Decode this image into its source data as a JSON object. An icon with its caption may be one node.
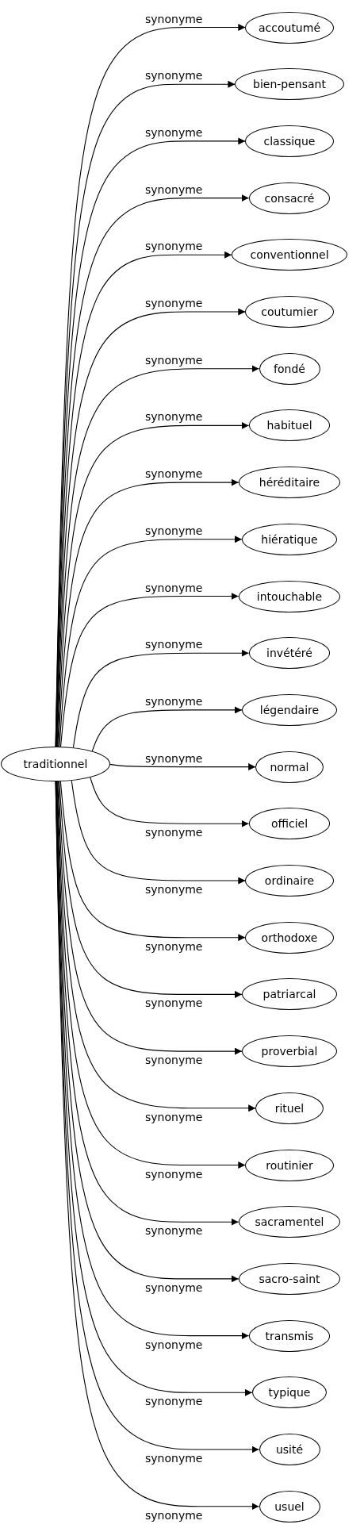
{
  "diagram": {
    "nodes": [
      {
        "text": [
          "traditionnel"
        ]
      },
      {
        "text": [
          "accoutumé"
        ]
      },
      {
        "text": [
          "bien-pensant"
        ]
      },
      {
        "text": [
          "classique"
        ]
      },
      {
        "text": [
          "consacré"
        ]
      },
      {
        "text": [
          "conventionnel"
        ]
      },
      {
        "text": [
          "coutumier"
        ]
      },
      {
        "text": [
          "fondé"
        ]
      },
      {
        "text": [
          "habituel"
        ]
      },
      {
        "text": [
          "héréditaire"
        ]
      },
      {
        "text": [
          "hiératique"
        ]
      },
      {
        "text": [
          "intouchable"
        ]
      },
      {
        "text": [
          "invétéré"
        ]
      },
      {
        "text": [
          "légendaire"
        ]
      },
      {
        "text": [
          "normal"
        ]
      },
      {
        "text": [
          "officiel"
        ]
      },
      {
        "text": [
          "ordinaire"
        ]
      },
      {
        "text": [
          "orthodoxe"
        ]
      },
      {
        "text": [
          "patriarcal"
        ]
      },
      {
        "text": [
          "proverbial"
        ]
      },
      {
        "text": [
          "rituel"
        ]
      },
      {
        "text": [
          "routinier"
        ]
      },
      {
        "text": [
          "sacramentel"
        ]
      },
      {
        "text": [
          "sacro-saint"
        ]
      },
      {
        "text": [
          "transmis"
        ]
      },
      {
        "text": [
          "typique"
        ]
      },
      {
        "text": [
          "usité"
        ]
      },
      {
        "text": [
          "usuel"
        ]
      }
    ],
    "edges": [
      {
        "from": 0,
        "to": 1,
        "arrow": "to",
        "label": "synonyme"
      },
      {
        "from": 0,
        "to": 2,
        "arrow": "to",
        "label": "synonyme"
      },
      {
        "from": 0,
        "to": 3,
        "arrow": "to",
        "label": "synonyme"
      },
      {
        "from": 0,
        "to": 4,
        "arrow": "to",
        "label": "synonyme"
      },
      {
        "from": 0,
        "to": 5,
        "arrow": "to",
        "label": "synonyme"
      },
      {
        "from": 0,
        "to": 6,
        "arrow": "to",
        "label": "synonyme"
      },
      {
        "from": 0,
        "to": 7,
        "arrow": "to",
        "label": "synonyme"
      },
      {
        "from": 0,
        "to": 8,
        "arrow": "to",
        "label": "synonyme"
      },
      {
        "from": 0,
        "to": 9,
        "arrow": "to",
        "label": "synonyme"
      },
      {
        "from": 0,
        "to": 10,
        "arrow": "to",
        "label": "synonyme"
      },
      {
        "from": 0,
        "to": 11,
        "arrow": "to",
        "label": "synonyme"
      },
      {
        "from": 0,
        "to": 12,
        "arrow": "to",
        "label": "synonyme"
      },
      {
        "from": 0,
        "to": 13,
        "arrow": "to",
        "label": "synonyme"
      },
      {
        "from": 0,
        "to": 14,
        "arrow": "to",
        "label": "synonyme"
      },
      {
        "from": 0,
        "to": 15,
        "arrow": "to",
        "label": "synonyme"
      },
      {
        "from": 0,
        "to": 16,
        "arrow": "to",
        "label": "synonyme"
      },
      {
        "from": 0,
        "to": 17,
        "arrow": "to",
        "label": "synonyme"
      },
      {
        "from": 0,
        "to": 18,
        "arrow": "to",
        "label": "synonyme"
      },
      {
        "from": 0,
        "to": 19,
        "arrow": "to",
        "label": "synonyme"
      },
      {
        "from": 0,
        "to": 20,
        "arrow": "to",
        "label": "synonyme"
      },
      {
        "from": 0,
        "to": 21,
        "arrow": "to",
        "label": "synonyme"
      },
      {
        "from": 0,
        "to": 22,
        "arrow": "to",
        "label": "synonyme"
      },
      {
        "from": 0,
        "to": 23,
        "arrow": "to",
        "label": "synonyme"
      },
      {
        "from": 0,
        "to": 24,
        "arrow": "to",
        "label": "synonyme"
      },
      {
        "from": 0,
        "to": 25,
        "arrow": "to",
        "label": "synonyme"
      },
      {
        "from": 0,
        "to": 26,
        "arrow": "to",
        "label": "synonyme"
      },
      {
        "from": 0,
        "to": 27,
        "arrow": "to",
        "label": "synonyme"
      }
    ]
  }
}
